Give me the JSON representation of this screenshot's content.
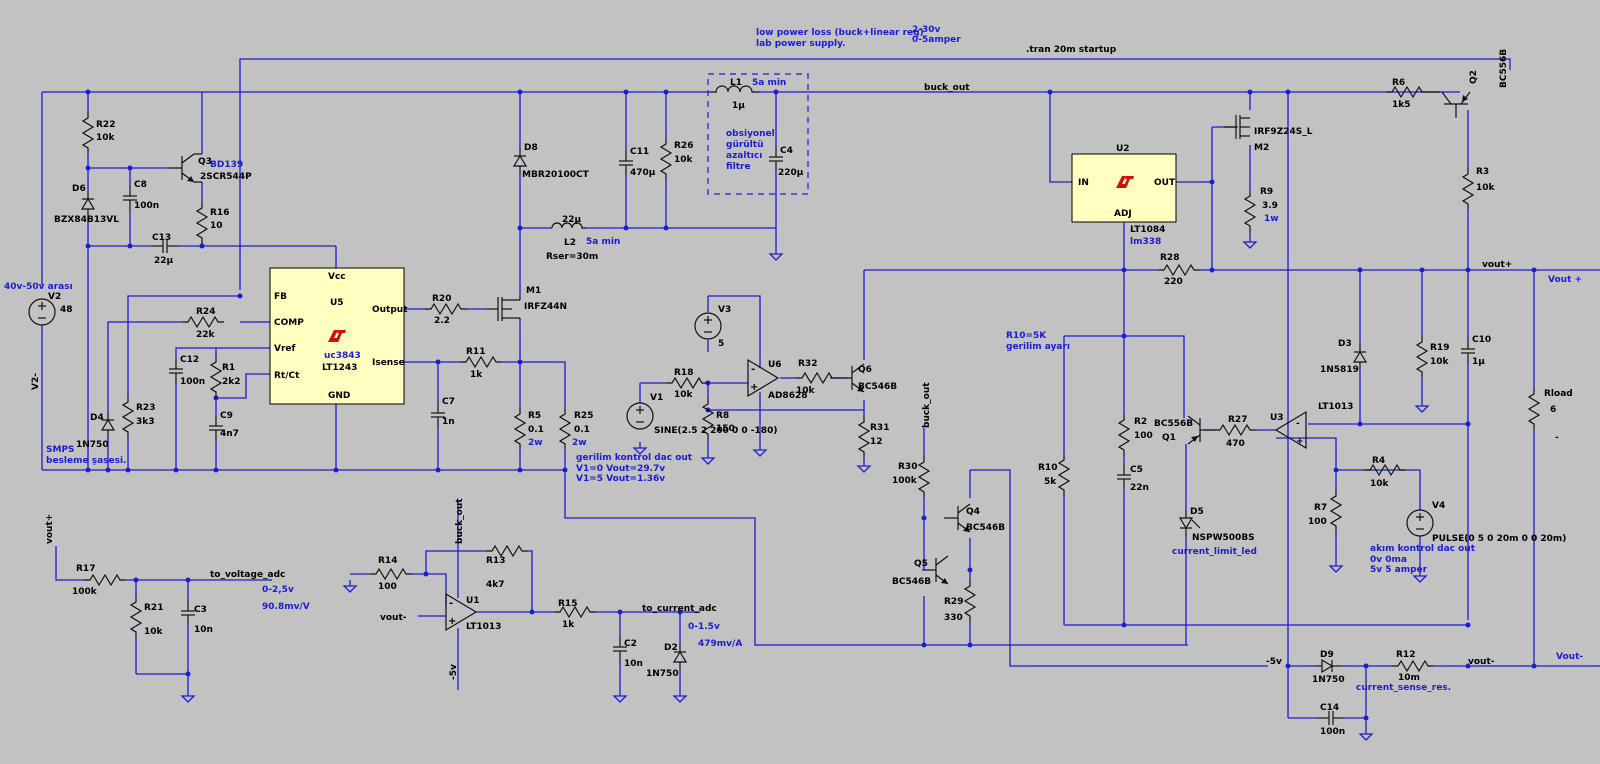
{
  "notes": {
    "title1": "low power loss (buck+linear reg)",
    "title2": "lab power supply.",
    "range_v": "2-30v",
    "range_a": "0-5amper",
    "tran": ".tran 20m startup",
    "input_note": "40v-50v arası",
    "smps1": "SMPS",
    "smps2": "besleme şasesi.",
    "filter1": "obsiyonel",
    "filter2": "gürültü",
    "filter3": "azaltıcı",
    "filter4": "filtre",
    "l1_note": "5a min",
    "l2_note": "5a min",
    "rser": "Rser=30m",
    "r10_note1": "R10=5K",
    "r10_note2": "gerilim ayarı",
    "dac_v1": "gerilim kontrol dac out",
    "dac_v2": "V1=0 Vout=29.7v",
    "dac_v3": "V1=5 Vout=1.36v",
    "dac_i1": "akım kontrol dac out",
    "dac_i2": "0v 0ma",
    "dac_i3": "5v 5 amper",
    "vadc_range": "0-2,5v",
    "vadc_gain": "90.8mv/V",
    "iadc_range": "0-1.5v",
    "iadc_gain": "479mv/A",
    "led_note": "current_limit_led",
    "rsense_note": "current_sense_res."
  },
  "nets": {
    "buck_out": "buck_out",
    "vout_p": "vout+",
    "vout_m": "vout-",
    "Vout_p_label": "Vout +",
    "Vout_m_label": "Vout-",
    "m5v": "-5v",
    "v2m": "V2-",
    "to_voltage_adc": "to_voltage_adc",
    "to_current_adc": "to_current_adc",
    "buck_out_q": "buck_out",
    "buck_out_u1": "buck_out",
    "vout_adc": "vout+",
    "vout_u1": "vout-",
    "m5v_u1": "-5v",
    "dash": "-"
  },
  "components": {
    "V2": {
      "name": "V2",
      "value": "48"
    },
    "R22": {
      "name": "R22",
      "value": "10k"
    },
    "D6": {
      "name": "D6",
      "value": "BZX84B13VL"
    },
    "C8": {
      "name": "C8",
      "value": "100n"
    },
    "Q3": {
      "name": "Q3",
      "value": "2SCR544P",
      "alt": "BD139"
    },
    "R16": {
      "name": "R16",
      "value": "10"
    },
    "C13": {
      "name": "C13",
      "value": "22µ"
    },
    "U5": {
      "name": "U5",
      "value": "LT1243",
      "alt": "uc3843",
      "pins": [
        "Vcc",
        "FB",
        "COMP",
        "Vref",
        "Rt/Ct",
        "Output",
        "Isense",
        "GND"
      ]
    },
    "R24": {
      "name": "R24",
      "value": "22k"
    },
    "C12": {
      "name": "C12",
      "value": "100n"
    },
    "R1": {
      "name": "R1",
      "value": "2k2"
    },
    "C9": {
      "name": "C9",
      "value": "4n7"
    },
    "R23": {
      "name": "R23",
      "value": "3k3"
    },
    "D4": {
      "name": "D4",
      "value": "1N750"
    },
    "C7": {
      "name": "C7",
      "value": "1n"
    },
    "R20": {
      "name": "R20",
      "value": "2.2"
    },
    "M1": {
      "name": "M1",
      "value": "IRFZ44N"
    },
    "D8": {
      "name": "D8",
      "value": "MBR20100CT"
    },
    "L2": {
      "name": "L2",
      "value": "22µ"
    },
    "R11": {
      "name": "R11",
      "value": "1k"
    },
    "R5": {
      "name": "R5",
      "value": "0.1",
      "power": "2w"
    },
    "R25": {
      "name": "R25",
      "value": "0.1",
      "power": "2w"
    },
    "C11": {
      "name": "C11",
      "value": "470µ"
    },
    "R26": {
      "name": "R26",
      "value": "10k"
    },
    "L1": {
      "name": "L1",
      "value": "1µ"
    },
    "C4": {
      "name": "C4",
      "value": "220µ"
    },
    "V3": {
      "name": "V3",
      "value": "5"
    },
    "V1": {
      "name": "V1",
      "value": "SINE(2.5 2 200 0 0 -180)"
    },
    "R18": {
      "name": "R18",
      "value": "10k"
    },
    "R8": {
      "name": "R8",
      "value": "150"
    },
    "U6": {
      "name": "U6",
      "value": "AD8628"
    },
    "R32": {
      "name": "R32",
      "value": "10k"
    },
    "Q6": {
      "name": "Q6",
      "value": "BC546B"
    },
    "R31": {
      "name": "R31",
      "value": "12"
    },
    "U2": {
      "name": "U2",
      "value": "LT1084",
      "alt": "lm338",
      "pins": [
        "IN",
        "OUT",
        "ADJ"
      ]
    },
    "M2": {
      "name": "M2",
      "value": "IRF9Z24S_L"
    },
    "R9": {
      "name": "R9",
      "value": "3.9",
      "power": "1w"
    },
    "R6": {
      "name": "R6",
      "value": "1k5"
    },
    "Q2": {
      "name": "Q2",
      "value": "BC556B"
    },
    "R3": {
      "name": "R3",
      "value": "10k"
    },
    "R28": {
      "name": "R28",
      "value": "220"
    },
    "D3": {
      "name": "D3",
      "value": "1N5819"
    },
    "R19": {
      "name": "R19",
      "value": "10k"
    },
    "C10": {
      "name": "C10",
      "value": "1µ"
    },
    "Rload": {
      "name": "Rload",
      "value": "6"
    },
    "R2": {
      "name": "R2",
      "value": "100"
    },
    "C5": {
      "name": "C5",
      "value": "22n"
    },
    "R10": {
      "name": "R10",
      "value": "5k"
    },
    "Q1": {
      "name": "Q1",
      "value": "BC556B"
    },
    "R27": {
      "name": "R27",
      "value": "470"
    },
    "U3": {
      "name": "U3",
      "value": "LT1013"
    },
    "D5": {
      "name": "D5",
      "value": "NSPW500BS"
    },
    "R4": {
      "name": "R4",
      "value": "10k"
    },
    "R7": {
      "name": "R7",
      "value": "100"
    },
    "V4": {
      "name": "V4",
      "value": "PULSE(0 5 0 20m 0 0 20m)"
    },
    "R30": {
      "name": "R30",
      "value": "100k"
    },
    "Q4": {
      "name": "Q4",
      "value": "BC546B"
    },
    "Q5": {
      "name": "Q5",
      "value": "BC546B"
    },
    "R29": {
      "name": "R29",
      "value": "330"
    },
    "R17": {
      "name": "R17",
      "value": "100k"
    },
    "R21": {
      "name": "R21",
      "value": "10k"
    },
    "C3": {
      "name": "C3",
      "value": "10n"
    },
    "R14": {
      "name": "R14",
      "value": "100"
    },
    "R13": {
      "name": "R13",
      "value": "4k7"
    },
    "U1": {
      "name": "U1",
      "value": "LT1013"
    },
    "R15": {
      "name": "R15",
      "value": "1k"
    },
    "C2": {
      "name": "C2",
      "value": "10n"
    },
    "D2": {
      "name": "D2",
      "value": "1N750"
    },
    "D9": {
      "name": "D9",
      "value": "1N750"
    },
    "R12": {
      "name": "R12",
      "value": "10m"
    },
    "C14": {
      "name": "C14",
      "value": "100n"
    }
  }
}
